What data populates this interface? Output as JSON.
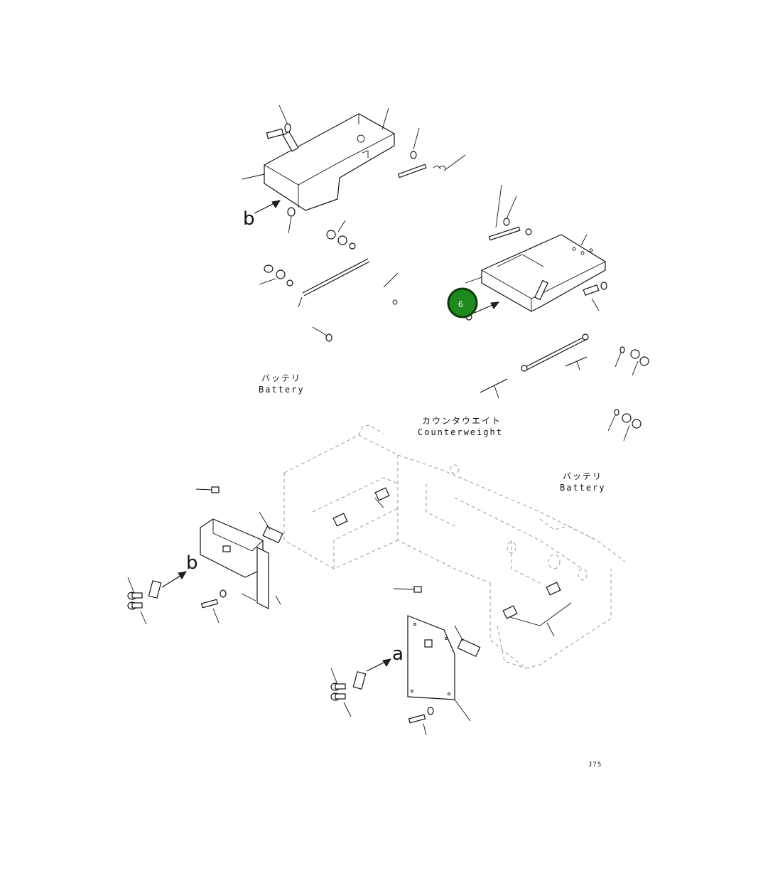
{
  "labels": {
    "battery_top_jp": "バッテリ",
    "battery_top_en": "Battery",
    "counterweight_jp": "カウンタウエイト",
    "counterweight_en": "Counterweight",
    "battery_right_jp": "バッテリ",
    "battery_right_en": "Battery",
    "marker_b_top": "b",
    "marker_b_bottom": "b",
    "marker_a": "a",
    "corner_code": "J75"
  },
  "hotspot": {
    "number": "6",
    "color": "#1e8a1e"
  }
}
